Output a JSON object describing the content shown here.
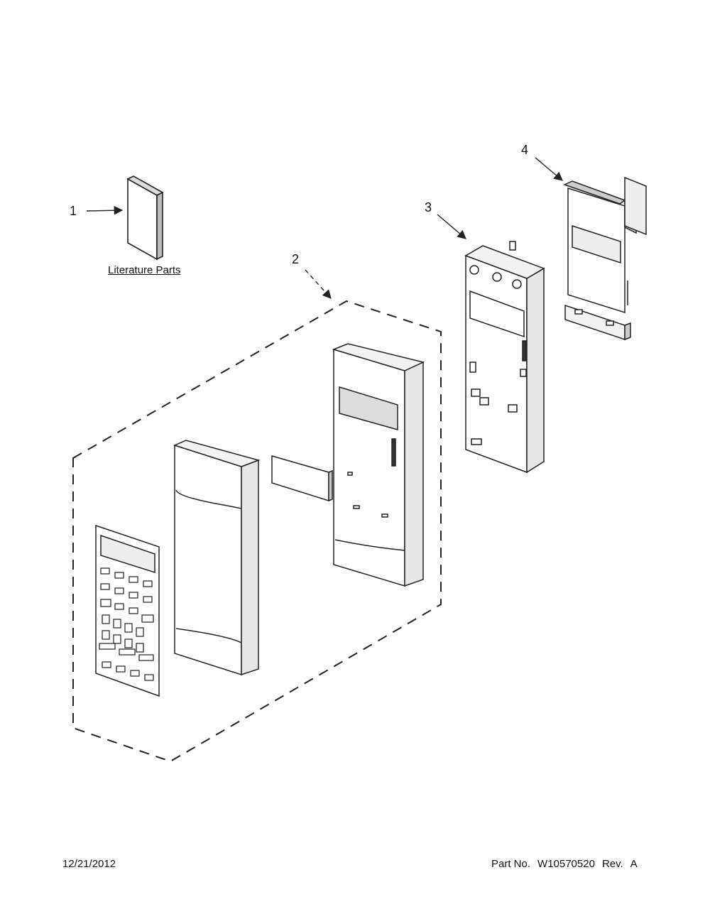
{
  "callouts": [
    {
      "id": "1"
    },
    {
      "id": "2"
    },
    {
      "id": "3"
    },
    {
      "id": "4"
    }
  ],
  "labels": {
    "literature": "Literature Parts"
  },
  "footer": {
    "date": "12/21/2012",
    "part_label": "Part No.",
    "part_number": "W10570520",
    "rev_label": "Rev.",
    "rev": "A"
  },
  "colors": {
    "line": "#222222",
    "background": "#ffffff"
  }
}
